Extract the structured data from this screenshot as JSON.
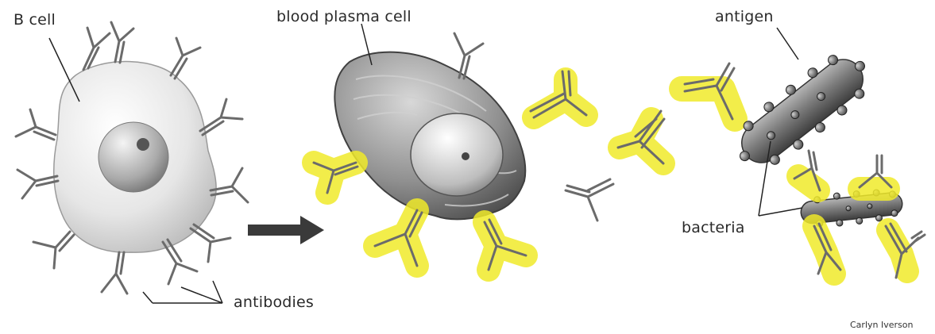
{
  "labels": {
    "b_cell": "B cell",
    "plasma_cell": "blood plasma cell",
    "antigen": "antigen",
    "bacteria": "bacteria",
    "antibodies": "antibodies"
  },
  "credit": "Carlyn Iverson",
  "colors": {
    "highlight": "#f0ea2a",
    "antibody_stroke": "#6b6b6b",
    "arrow": "#3a3a3a",
    "leader_line": "#222222"
  }
}
